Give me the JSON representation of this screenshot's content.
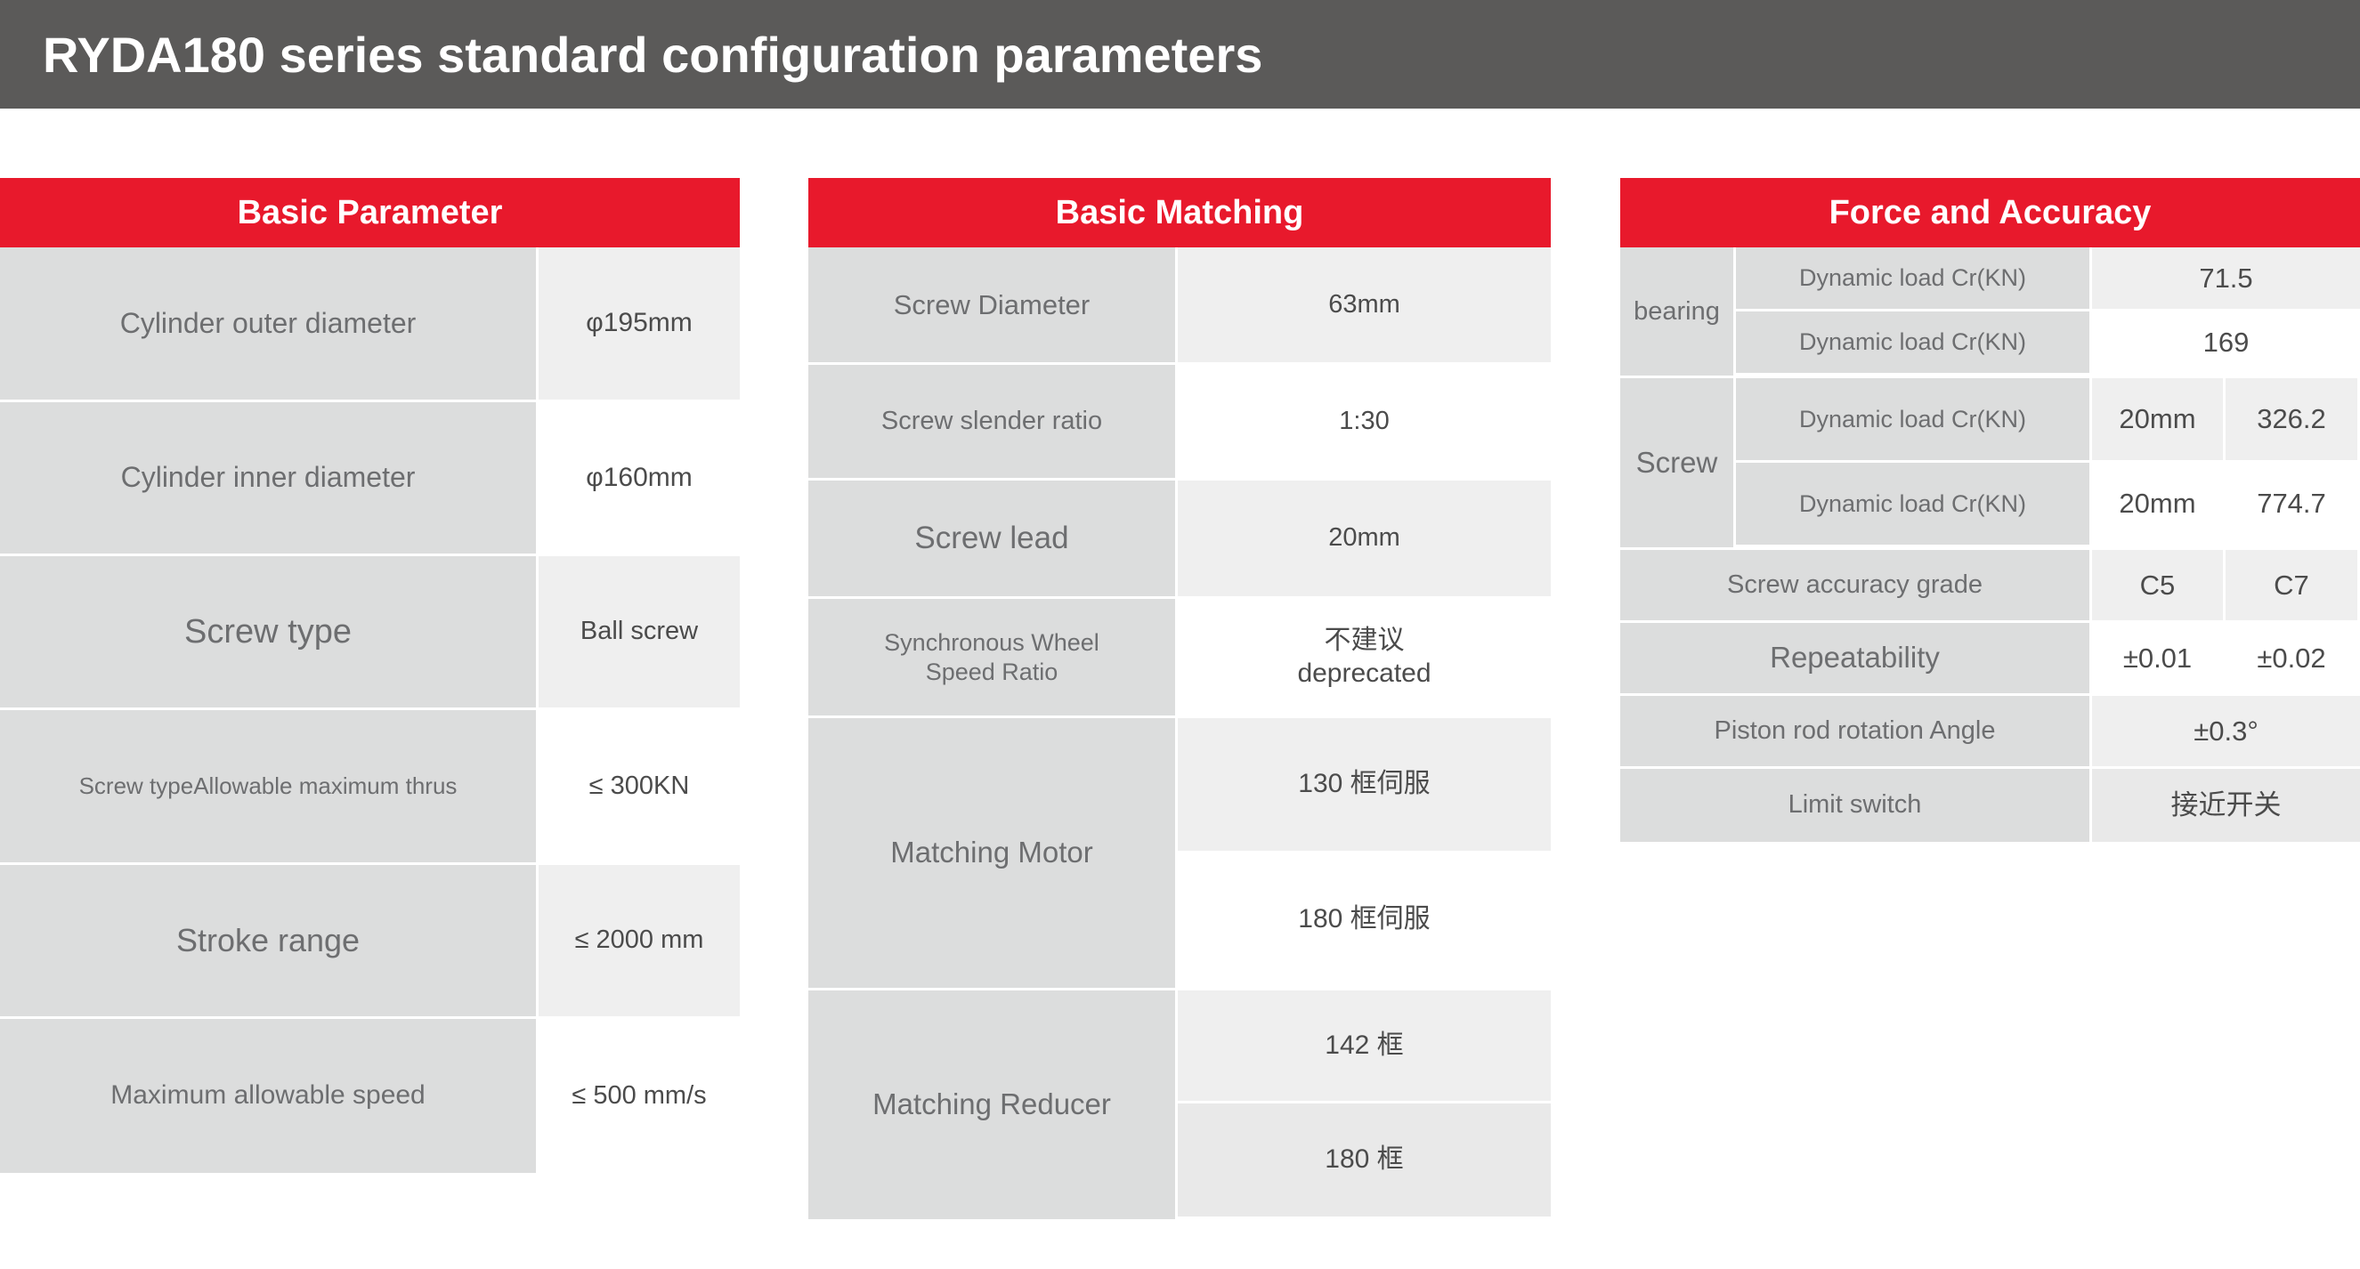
{
  "header": {
    "title_strong": "RYDA180",
    "title_rest": " series standard configuration parameters",
    "bg_color": "#5b5a59",
    "text_color": "#ffffff"
  },
  "accent_color": "#e8192c",
  "tables": [
    {
      "id": "basic-parameter",
      "title": "Basic Parameter",
      "rows": [
        {
          "label": "Cylinder outer diameter",
          "value": "φ195mm"
        },
        {
          "label": "Cylinder inner diameter",
          "value": "φ160mm"
        },
        {
          "label": "Screw type",
          "value": "Ball screw"
        },
        {
          "label": "Screw typeAllowable maximum thrus",
          "value": "≤ 300KN"
        },
        {
          "label": "Stroke range",
          "value": "≤ 2000 mm"
        },
        {
          "label": "Maximum allowable speed",
          "value": "≤ 500 mm/s"
        }
      ]
    },
    {
      "id": "basic-matching",
      "title": "Basic Matching",
      "rows": [
        {
          "label": "Screw Diameter",
          "values": [
            "63mm"
          ]
        },
        {
          "label": "Screw slender ratio",
          "values": [
            "1:30"
          ]
        },
        {
          "label": "Screw lead",
          "values": [
            "20mm"
          ]
        },
        {
          "label_line1": "Synchronous Wheel",
          "label_line2": "Speed Ratio",
          "values_line1": "不建议",
          "values_line2": "deprecated"
        },
        {
          "label": "Matching Motor",
          "values": [
            "130 框伺服",
            "180 框伺服"
          ]
        },
        {
          "label": "Matching Reducer",
          "values": [
            "142 框",
            "180 框"
          ]
        }
      ]
    },
    {
      "id": "force-and-accuracy",
      "title": "Force and Accuracy",
      "groups": [
        {
          "name": "bearing",
          "rows": [
            {
              "label": "Dynamic load Cr(KN)",
              "value": "71.5"
            },
            {
              "label": "Dynamic load Cr(KN)",
              "value": "169"
            }
          ]
        },
        {
          "name": "Screw",
          "rows": [
            {
              "label": "Dynamic load Cr(KN)",
              "value_a": "20mm",
              "value_b": "326.2"
            },
            {
              "label": "Dynamic load Cr(KN)",
              "value_a": "20mm",
              "value_b": "774.7"
            }
          ]
        }
      ],
      "rows": [
        {
          "label": "Screw accuracy grade",
          "value_a": "C5",
          "value_b": "C7"
        },
        {
          "label": "Repeatability",
          "value_a": "±0.01",
          "value_b": "±0.02"
        },
        {
          "label": "Piston rod rotation Angle",
          "value": "±0.3°"
        },
        {
          "label": "Limit switch",
          "value": "接近开关"
        }
      ]
    }
  ]
}
